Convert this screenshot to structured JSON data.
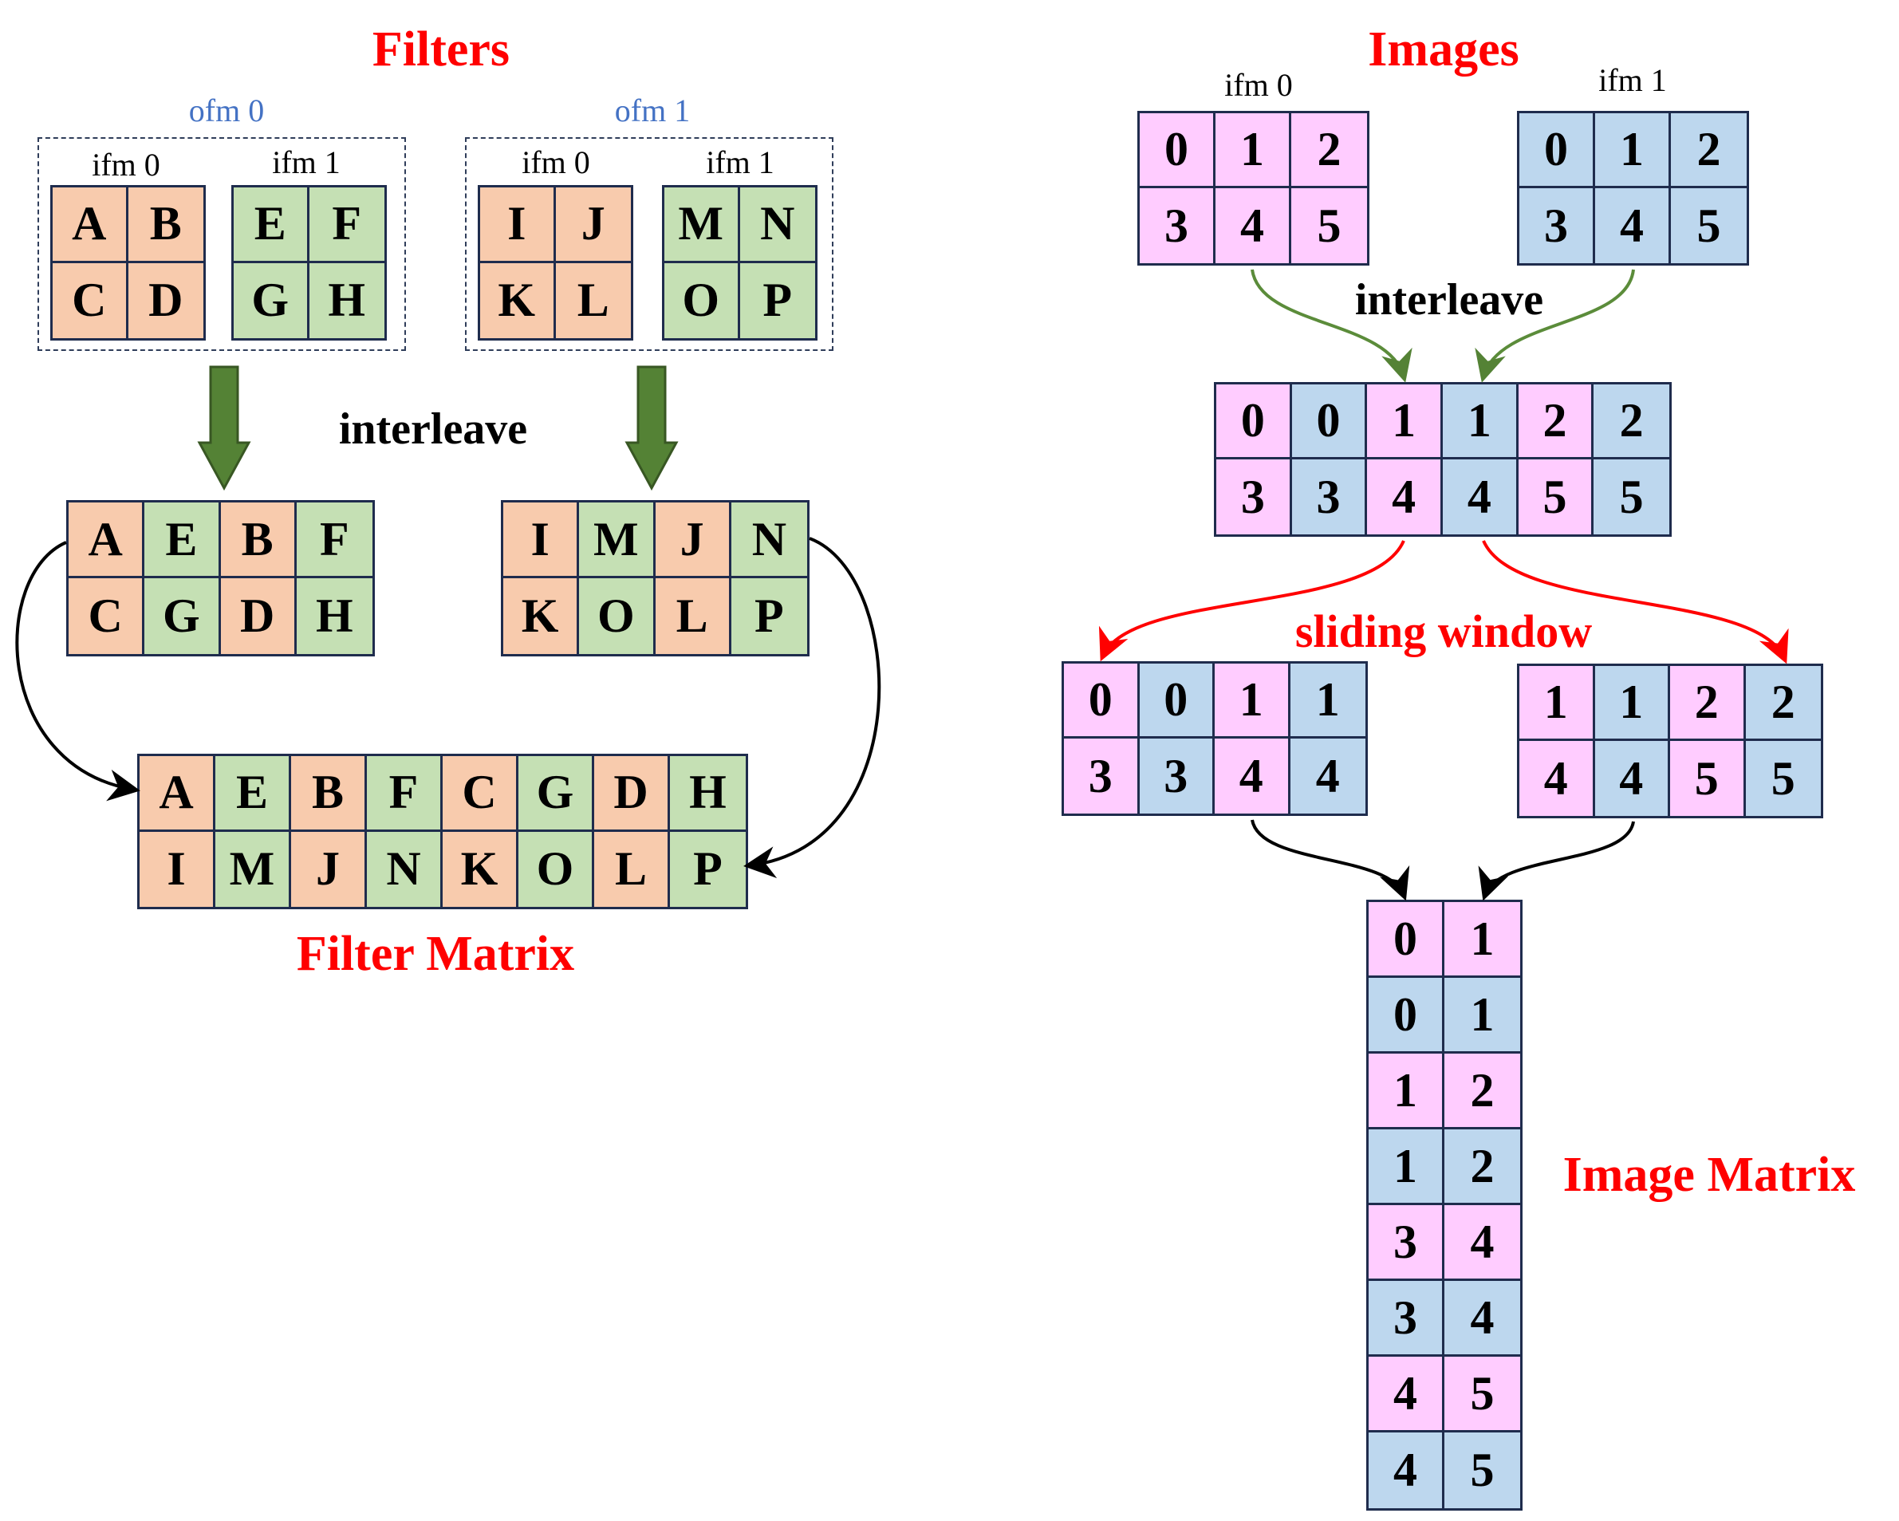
{
  "colors": {
    "filter_ifm0": "#f8cbad",
    "filter_ifm1": "#c5e0b4",
    "image_ifm0": "#ffccff",
    "image_ifm1": "#bdd7ee",
    "cell_border": "#1f2c4d",
    "title_red": "#ff0000",
    "ofm_blue": "#4472c4",
    "arrow_green_fill": "#548235",
    "arrow_green_dark": "#385723",
    "arrow_green_line": "#5b8c3a",
    "arrow_red": "#ff0000",
    "arrow_black": "#000000"
  },
  "filters": {
    "title": "Filters",
    "interleave_label": "interleave",
    "groups": [
      {
        "ofm_label": "ofm 0",
        "ifms": [
          {
            "label": "ifm 0",
            "cells": [
              [
                "A",
                "B"
              ],
              [
                "C",
                "D"
              ]
            ]
          },
          {
            "label": "ifm 1",
            "cells": [
              [
                "E",
                "F"
              ],
              [
                "G",
                "H"
              ]
            ]
          }
        ]
      },
      {
        "ofm_label": "ofm 1",
        "ifms": [
          {
            "label": "ifm 0",
            "cells": [
              [
                "I",
                "J"
              ],
              [
                "K",
                "L"
              ]
            ]
          },
          {
            "label": "ifm 1",
            "cells": [
              [
                "M",
                "N"
              ],
              [
                "O",
                "P"
              ]
            ]
          }
        ]
      }
    ],
    "interleaved": [
      {
        "cells": [
          [
            "A",
            "E",
            "B",
            "F"
          ],
          [
            "C",
            "G",
            "D",
            "H"
          ]
        ]
      },
      {
        "cells": [
          [
            "I",
            "M",
            "J",
            "N"
          ],
          [
            "K",
            "O",
            "L",
            "P"
          ]
        ]
      }
    ],
    "matrix_title": "Filter Matrix",
    "matrix": [
      [
        "A",
        "E",
        "B",
        "F",
        "C",
        "G",
        "D",
        "H"
      ],
      [
        "I",
        "M",
        "J",
        "N",
        "K",
        "O",
        "L",
        "P"
      ]
    ]
  },
  "images": {
    "title": "Images",
    "interleave_label": "interleave",
    "sliding_label": "sliding window",
    "inputs": [
      {
        "label": "ifm 0",
        "cells": [
          [
            "0",
            "1",
            "2"
          ],
          [
            "3",
            "4",
            "5"
          ]
        ]
      },
      {
        "label": "ifm 1",
        "cells": [
          [
            "0",
            "1",
            "2"
          ],
          [
            "3",
            "4",
            "5"
          ]
        ]
      }
    ],
    "interleaved": [
      [
        "0",
        "0",
        "1",
        "1",
        "2",
        "2"
      ],
      [
        "3",
        "3",
        "4",
        "4",
        "5",
        "5"
      ]
    ],
    "windows": [
      [
        [
          "0",
          "0",
          "1",
          "1"
        ],
        [
          "3",
          "3",
          "4",
          "4"
        ]
      ],
      [
        [
          "1",
          "1",
          "2",
          "2"
        ],
        [
          "4",
          "4",
          "5",
          "5"
        ]
      ]
    ],
    "matrix_title": "Image Matrix",
    "matrix": [
      [
        "0",
        "1"
      ],
      [
        "0",
        "1"
      ],
      [
        "1",
        "2"
      ],
      [
        "1",
        "2"
      ],
      [
        "3",
        "4"
      ],
      [
        "3",
        "4"
      ],
      [
        "4",
        "5"
      ],
      [
        "4",
        "5"
      ]
    ]
  }
}
